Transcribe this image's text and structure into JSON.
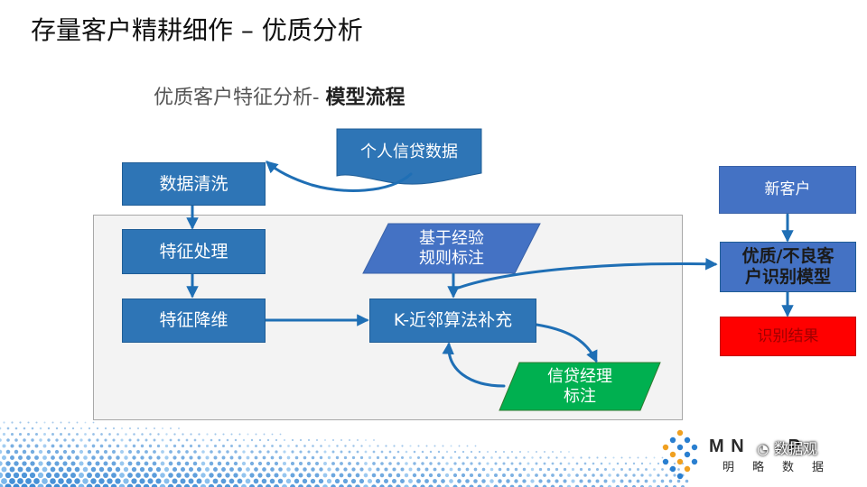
{
  "page": {
    "title": "存量客户精耕细作 – 优质分析",
    "subtitle_prefix": "优质客户特征分析-",
    "subtitle_bold": "模型流程"
  },
  "flow": {
    "data_source": "个人信贷数据",
    "data_cleaning": "数据清洗",
    "feature_processing": "特征处理",
    "feature_reduction": "特征降维",
    "experience_rules": "基于经验\n规则标注",
    "knn_completion": "K-近邻算法补充",
    "manager_labeling": "信贷经理\n标注",
    "new_customer": "新客户",
    "identification_model": "优质/不良客\n户识别模型",
    "identification_result": "识别结果"
  },
  "brand": {
    "name": "M  N",
    "name_tail": "P",
    "tagline": "明略数据",
    "watermark": "数据观"
  },
  "colors": {
    "box_blue": "#2e75b6",
    "box_pale": "#4472c4",
    "box_green": "#00b050",
    "box_red": "#ff0000",
    "arrow": "#1f6fb5"
  }
}
